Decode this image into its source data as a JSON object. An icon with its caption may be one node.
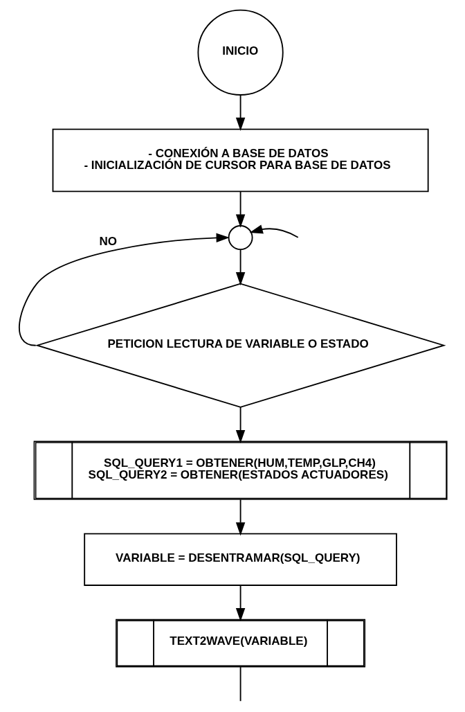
{
  "diagram": {
    "nodes": [
      {
        "text": [
          "INICIO"
        ]
      },
      {
        "text": [
          "- CONEXIÓN A BASE DE DATOS",
          "- INICIALIZACIÓN DE CURSOR PARA BASE DE DATOS"
        ]
      },
      {
        "text": [],
        "shape": "circle"
      },
      {
        "text": [
          "PETICION LECTURA DE VARIABLE O ESTADO"
        ]
      },
      {
        "text": [
          "SQL_QUERY1 = OBTENER(HUM,TEMP,GLP,CH4)",
          "SQL_QUERY2 = OBTENER(ESTADOS ACTUADORES)"
        ]
      },
      {
        "text": [
          "VARIABLE = DESENTRAMAR(SQL_QUERY)"
        ]
      },
      {
        "text": [
          "TEXT2WAVE(VARIABLE)"
        ]
      }
    ],
    "edges": [
      {
        "from": 0,
        "to": 1,
        "arrow": "to"
      },
      {
        "from": 1,
        "to": 2,
        "arrow": "to"
      },
      {
        "from": 2,
        "to": 3,
        "arrow": "to"
      },
      {
        "from": 3,
        "to": 2,
        "arrow": "to",
        "label": "NO"
      },
      {
        "from": null,
        "to": 2,
        "arrow": "to"
      },
      {
        "from": 3,
        "to": 4,
        "arrow": "to"
      },
      {
        "from": 4,
        "to": 5,
        "arrow": "to"
      },
      {
        "from": 5,
        "to": 6,
        "arrow": "to"
      },
      {
        "from": 6,
        "to": null,
        "arrow": "none"
      }
    ]
  }
}
